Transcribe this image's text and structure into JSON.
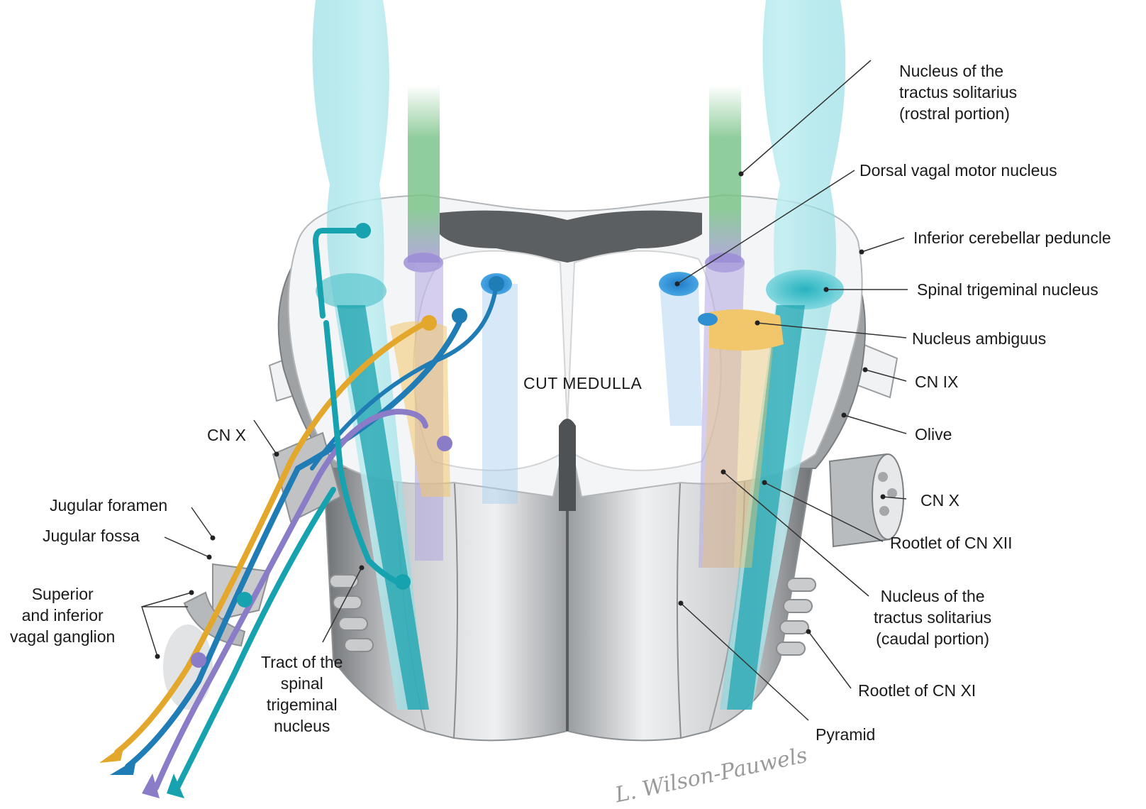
{
  "diagram": {
    "center_label": "CUT MEDULLA",
    "signature": "L. Wilson-Pauwels",
    "labels_right": [
      "Nucleus of the\ntractus solitarius\n(rostral portion)",
      "Dorsal vagal motor nucleus",
      "Inferior cerebellar peduncle",
      "Spinal trigeminal nucleus",
      "Nucleus ambiguus",
      "CN IX",
      "Olive",
      "CN X",
      "Rootlet of CN XII",
      "Nucleus of the\ntractus solitarius\n(caudal portion)",
      "Rootlet of CN XI",
      "Pyramid"
    ],
    "labels_left": [
      "CN X",
      "Jugular foramen",
      "Jugular fossa",
      "Superior\nand inferior\nvagal ganglion",
      "Tract of the\nspinal\ntrigeminal\nnucleus"
    ],
    "colors": {
      "gold": "#e3a72b",
      "blue": "#1f7cb5",
      "purple": "#8b7cc8",
      "teal": "#16a2ae",
      "green": "#5fae72",
      "gray": "#9ea2a5",
      "white": "#f4f6f7"
    }
  }
}
